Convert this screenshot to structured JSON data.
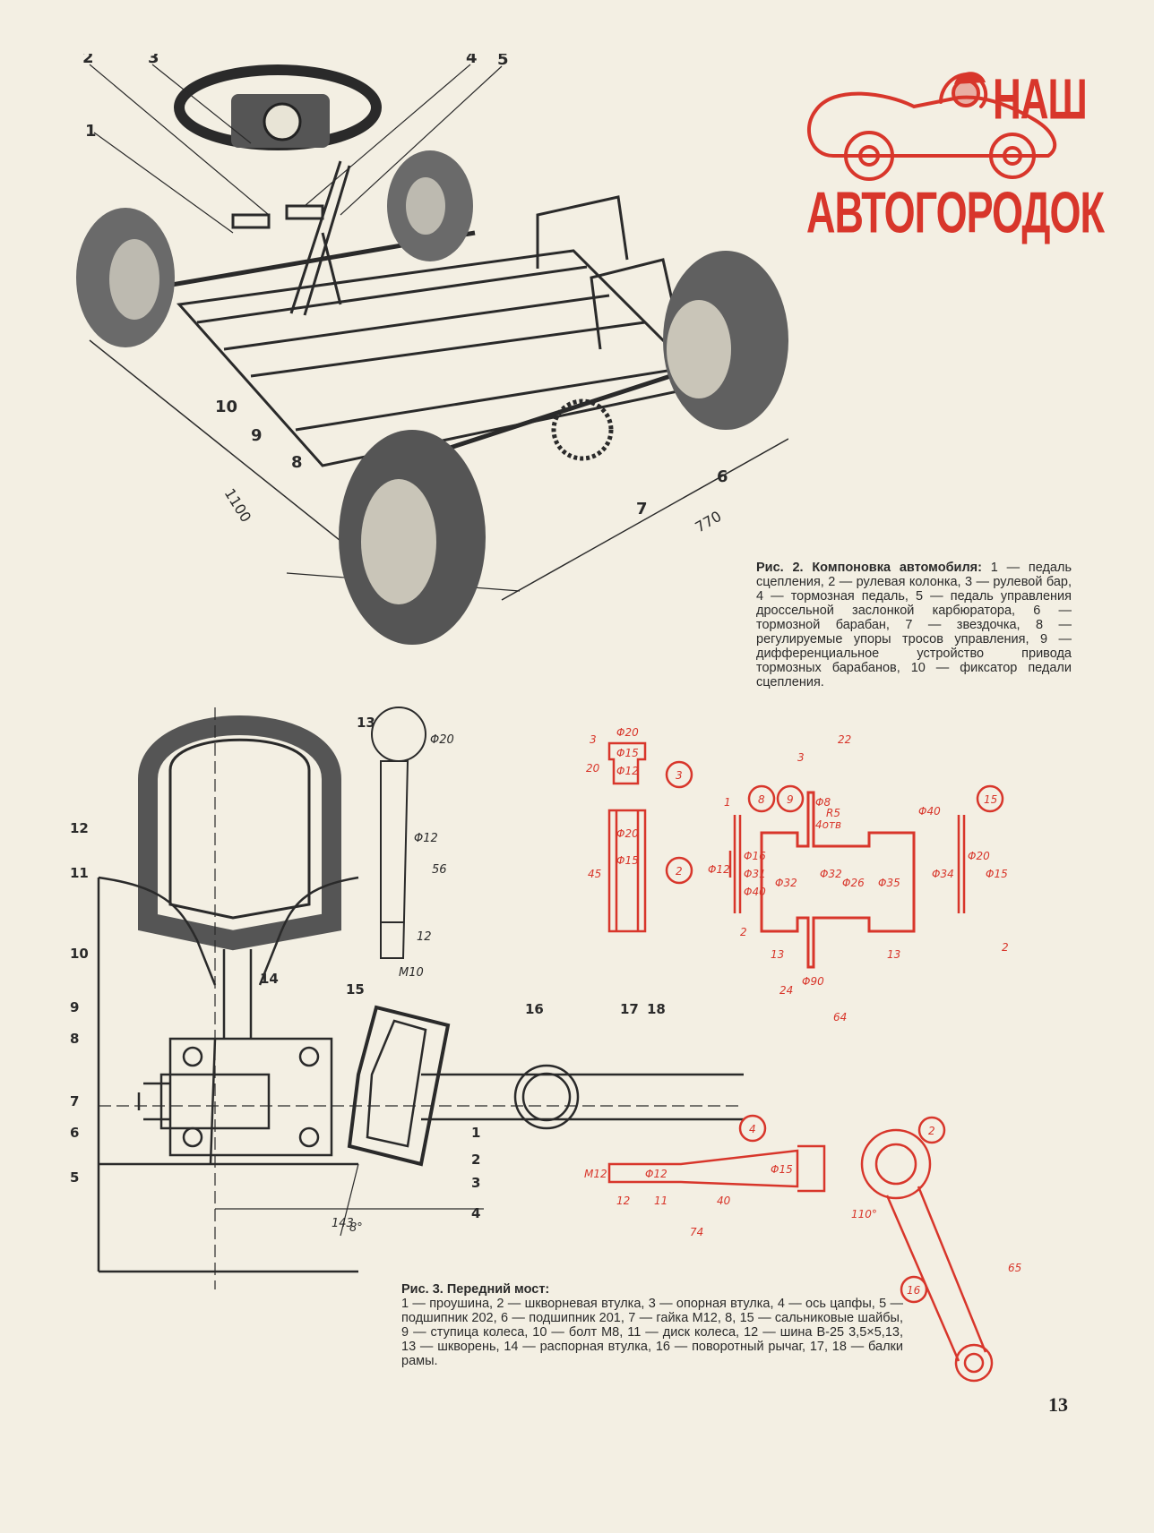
{
  "logo": {
    "line1": "НАШ",
    "line2": "АВТОГОРОДОК"
  },
  "fig2": {
    "caption_title": "Рис. 2. Компоновка автомобиля:",
    "caption_body": "1 — педаль сцепления, 2 — рулевая колонка, 3 — рулевой бар, 4 — тормозная педаль, 5 — педаль управления дроссельной заслонкой карбюратора, 6 — тормозной барабан, 7 — звездочка, 8 — регулируемые упоры тросов управления, 9 — дифференциальное устройство привода тормозных барабанов, 10 — фиксатор педали сцепления.",
    "dim_length": "1100",
    "dim_width": "770",
    "callouts": [
      "1",
      "2",
      "3",
      "4",
      "5",
      "6",
      "7",
      "8",
      "9",
      "10"
    ]
  },
  "fig3": {
    "caption_title": "Рис. 3. Передний мост:",
    "caption_body": "1 — проушина, 2 — шкворневая втулка, 3 — опорная втулка, 4 — ось цапфы, 5 — подшипник 202, 6 — подшипник 201, 7 — гайка М12, 8, 15 — сальниковые шайбы, 9 — ступица колеса, 10 — болт М8, 11 — диск колеса, 12 — шина В-25 3,5×5,13, 13 — шкворень, 14 — распорная втулка, 16 — поворотный рычаг, 17, 18 — балки рамы.",
    "callouts": [
      "1",
      "2",
      "3",
      "4",
      "5",
      "6",
      "7",
      "8",
      "9",
      "10",
      "11",
      "12",
      "13",
      "14",
      "15",
      "16",
      "17",
      "18"
    ],
    "dim_143": "143",
    "angle_8": "8°"
  },
  "details": {
    "pin13": {
      "d20": "Φ20",
      "d12": "Φ12",
      "l56": "56",
      "l12": "12",
      "m10": "M10"
    },
    "part3": {
      "num": "3",
      "d20": "Φ20",
      "d15": "Φ15",
      "d12": "Φ12",
      "h20": "20",
      "h3": "3"
    },
    "part2": {
      "num": "2",
      "d20": "Φ20",
      "d15": "Φ15",
      "h45": "45"
    },
    "part8": {
      "num": "8",
      "d12": "Φ12",
      "d16": "Φ16",
      "d31": "Φ31",
      "d40": "Φ40",
      "t1": "1",
      "t2": "2"
    },
    "part9": {
      "num": "9",
      "l22": "22",
      "l3": "3",
      "r5": "R5",
      "d8": "Φ8",
      "holes": "4отв",
      "d32a": "Φ32",
      "d32b": "Φ32",
      "d26": "Φ26",
      "d35": "Φ35",
      "d40": "Φ40",
      "d90": "Φ90",
      "l13a": "13",
      "l13b": "13",
      "l24": "24",
      "l64": "64"
    },
    "part15": {
      "num": "15",
      "d34": "Φ34",
      "d20": "Φ20",
      "d15": "Φ15",
      "t2": "2"
    },
    "part4": {
      "num": "4",
      "m12": "M12",
      "d12": "Φ12",
      "d15": "Φ15",
      "l12": "12",
      "l11": "11",
      "l40": "40",
      "l74": "74"
    },
    "part16": {
      "num2": "2",
      "num16": "16",
      "a110": "110°",
      "l65": "65"
    }
  },
  "page_number": "13",
  "colors": {
    "red": "#d8362b",
    "ink": "#2a2a2a",
    "paper": "#f3efe3"
  }
}
